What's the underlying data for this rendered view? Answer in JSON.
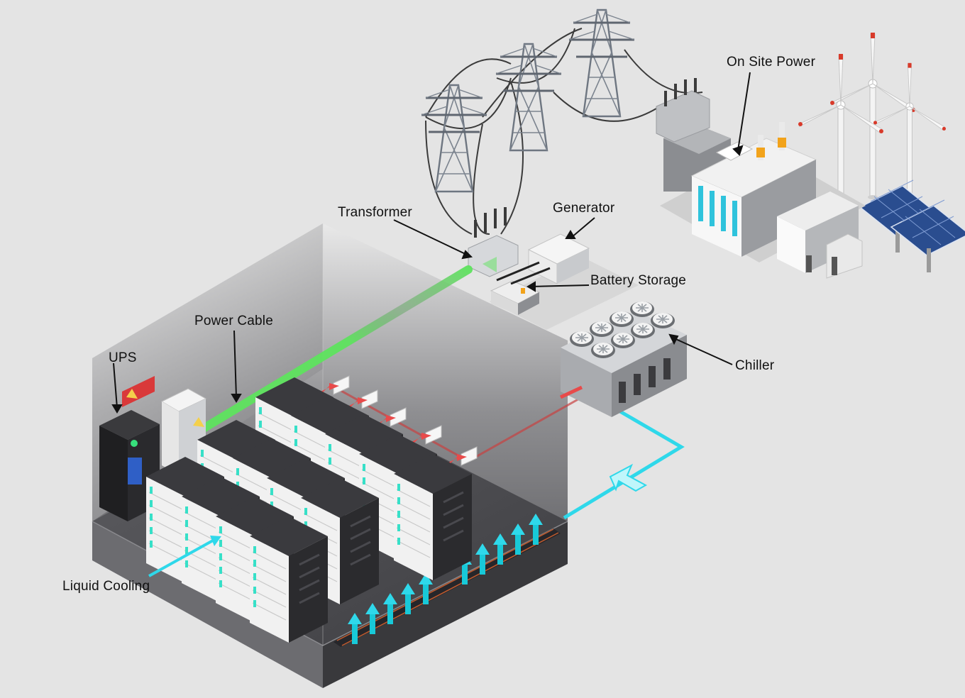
{
  "labels": {
    "on_site_power": "On Site Power",
    "transformer": "Transformer",
    "generator": "Generator",
    "battery_storage": "Battery Storage",
    "power_cable": "Power Cable",
    "ups": "UPS",
    "chiller": "Chiller",
    "liquid_cooling": "Liquid Cooling"
  },
  "colors": {
    "background": "#e4e4e4",
    "power_cable": "#5ee35e",
    "hot_air": "#e84a4a",
    "cold_water": "#2fd8ea",
    "solar_panel": "#2a4d8f",
    "rack_body": "#2b2b2e",
    "rack_led": "#37e0c8",
    "turbine_tip": "#d83a2a",
    "chimney_band": "#f2a31b"
  },
  "icons": [
    "transmission-tower-icon",
    "wind-turbine-icon",
    "solar-panel-icon",
    "power-plant-icon",
    "transformer-icon",
    "generator-icon",
    "battery-icon",
    "chiller-icon",
    "server-rack-icon",
    "ups-icon"
  ]
}
